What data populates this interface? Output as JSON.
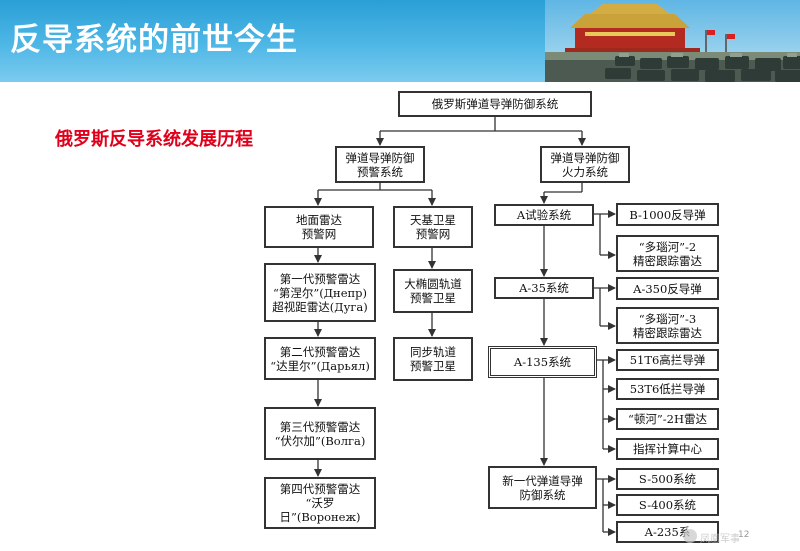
{
  "header": {
    "title": "反导系统的前世今生",
    "photo": "tiananmen-parade-photo"
  },
  "subtitle": "俄罗斯反导系统发展历程",
  "diagram": {
    "root": "俄罗斯弹道导弹防御系统",
    "early_warning": "弹道导弹防御\n预警系统",
    "fire_power": "弹道导弹防御\n火力系统",
    "ground_radar_net": "地面雷达\n预警网",
    "space_satellite_net": "天基卫星\n预警网",
    "radar_gen1": "第一代预警雷达\n“第涅尔”(Днепр)\n超视距雷达(Дуга)",
    "radar_gen2": "第二代预警雷达\n“达里尔”(Дарьял)",
    "radar_gen3": "第三代预警雷达\n“伏尔加”(Волга)",
    "radar_gen4": "第四代预警雷达\n“沃罗日”(Воронеж)",
    "heo_satellite": "大椭圆轨道\n预警卫星",
    "geo_satellite": "同步轨道\n预警卫星",
    "system_a": "A试验系统",
    "system_a35": "A-35系统",
    "system_a135": "A-135系统",
    "new_gen": "新一代弹道导弹\n防御系统",
    "b1000": "B-1000反导弹",
    "duoxianghe2": "“多瑙河”-2\n精密跟踪雷达",
    "a350": "A-350反导弹",
    "duoxianghe3": "“多瑙河”-3\n精密跟踪雷达",
    "t51t6": "51T6高拦导弹",
    "t53t6": "53T6低拦导弹",
    "dunhe2h": "“顿河”-2H雷达",
    "command": "指挥计算中心",
    "s500": "S-500系统",
    "s400": "S-400系统",
    "a235": "A-235系"
  },
  "page_number": "12",
  "watermark": "凤凰军事",
  "colors": {
    "banner": "#2a9fd6",
    "subtitle": "#e0001b",
    "line": "#333333"
  }
}
